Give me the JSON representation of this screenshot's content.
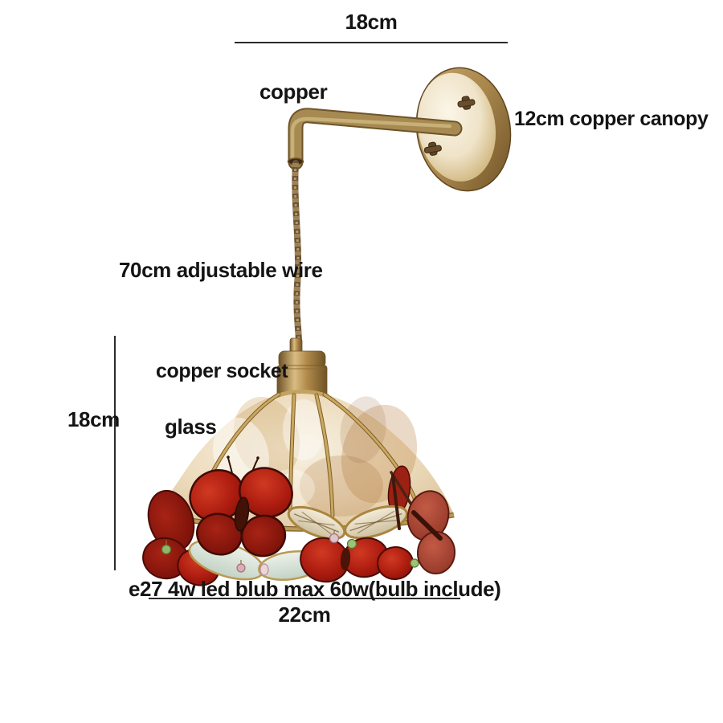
{
  "product": {
    "labels": {
      "top_width": "18cm",
      "arm_material": "copper",
      "canopy": "12cm copper canopy",
      "wire": "70cm adjustable wire",
      "socket": "copper socket",
      "shade_height": "18cm",
      "shade_material": "glass",
      "bulb_info": "e27 4w led blub max 60w(bulb include)",
      "bottom_width": "22cm"
    },
    "palette": {
      "brass": "#a8864c",
      "brass_light": "#d9bc82",
      "brass_dark": "#6e5226",
      "glass_warm": "#eee0c6",
      "glass_cool": "#dfe9e2",
      "butterfly_red": "#b01f12",
      "butterfly_dark_red": "#7e130b",
      "butterfly_dusty_red": "#b05040",
      "wire_brown": "#7c6243",
      "text": "#141414",
      "dimension_line": "#2b2b2b",
      "background": "#ffffff"
    }
  }
}
